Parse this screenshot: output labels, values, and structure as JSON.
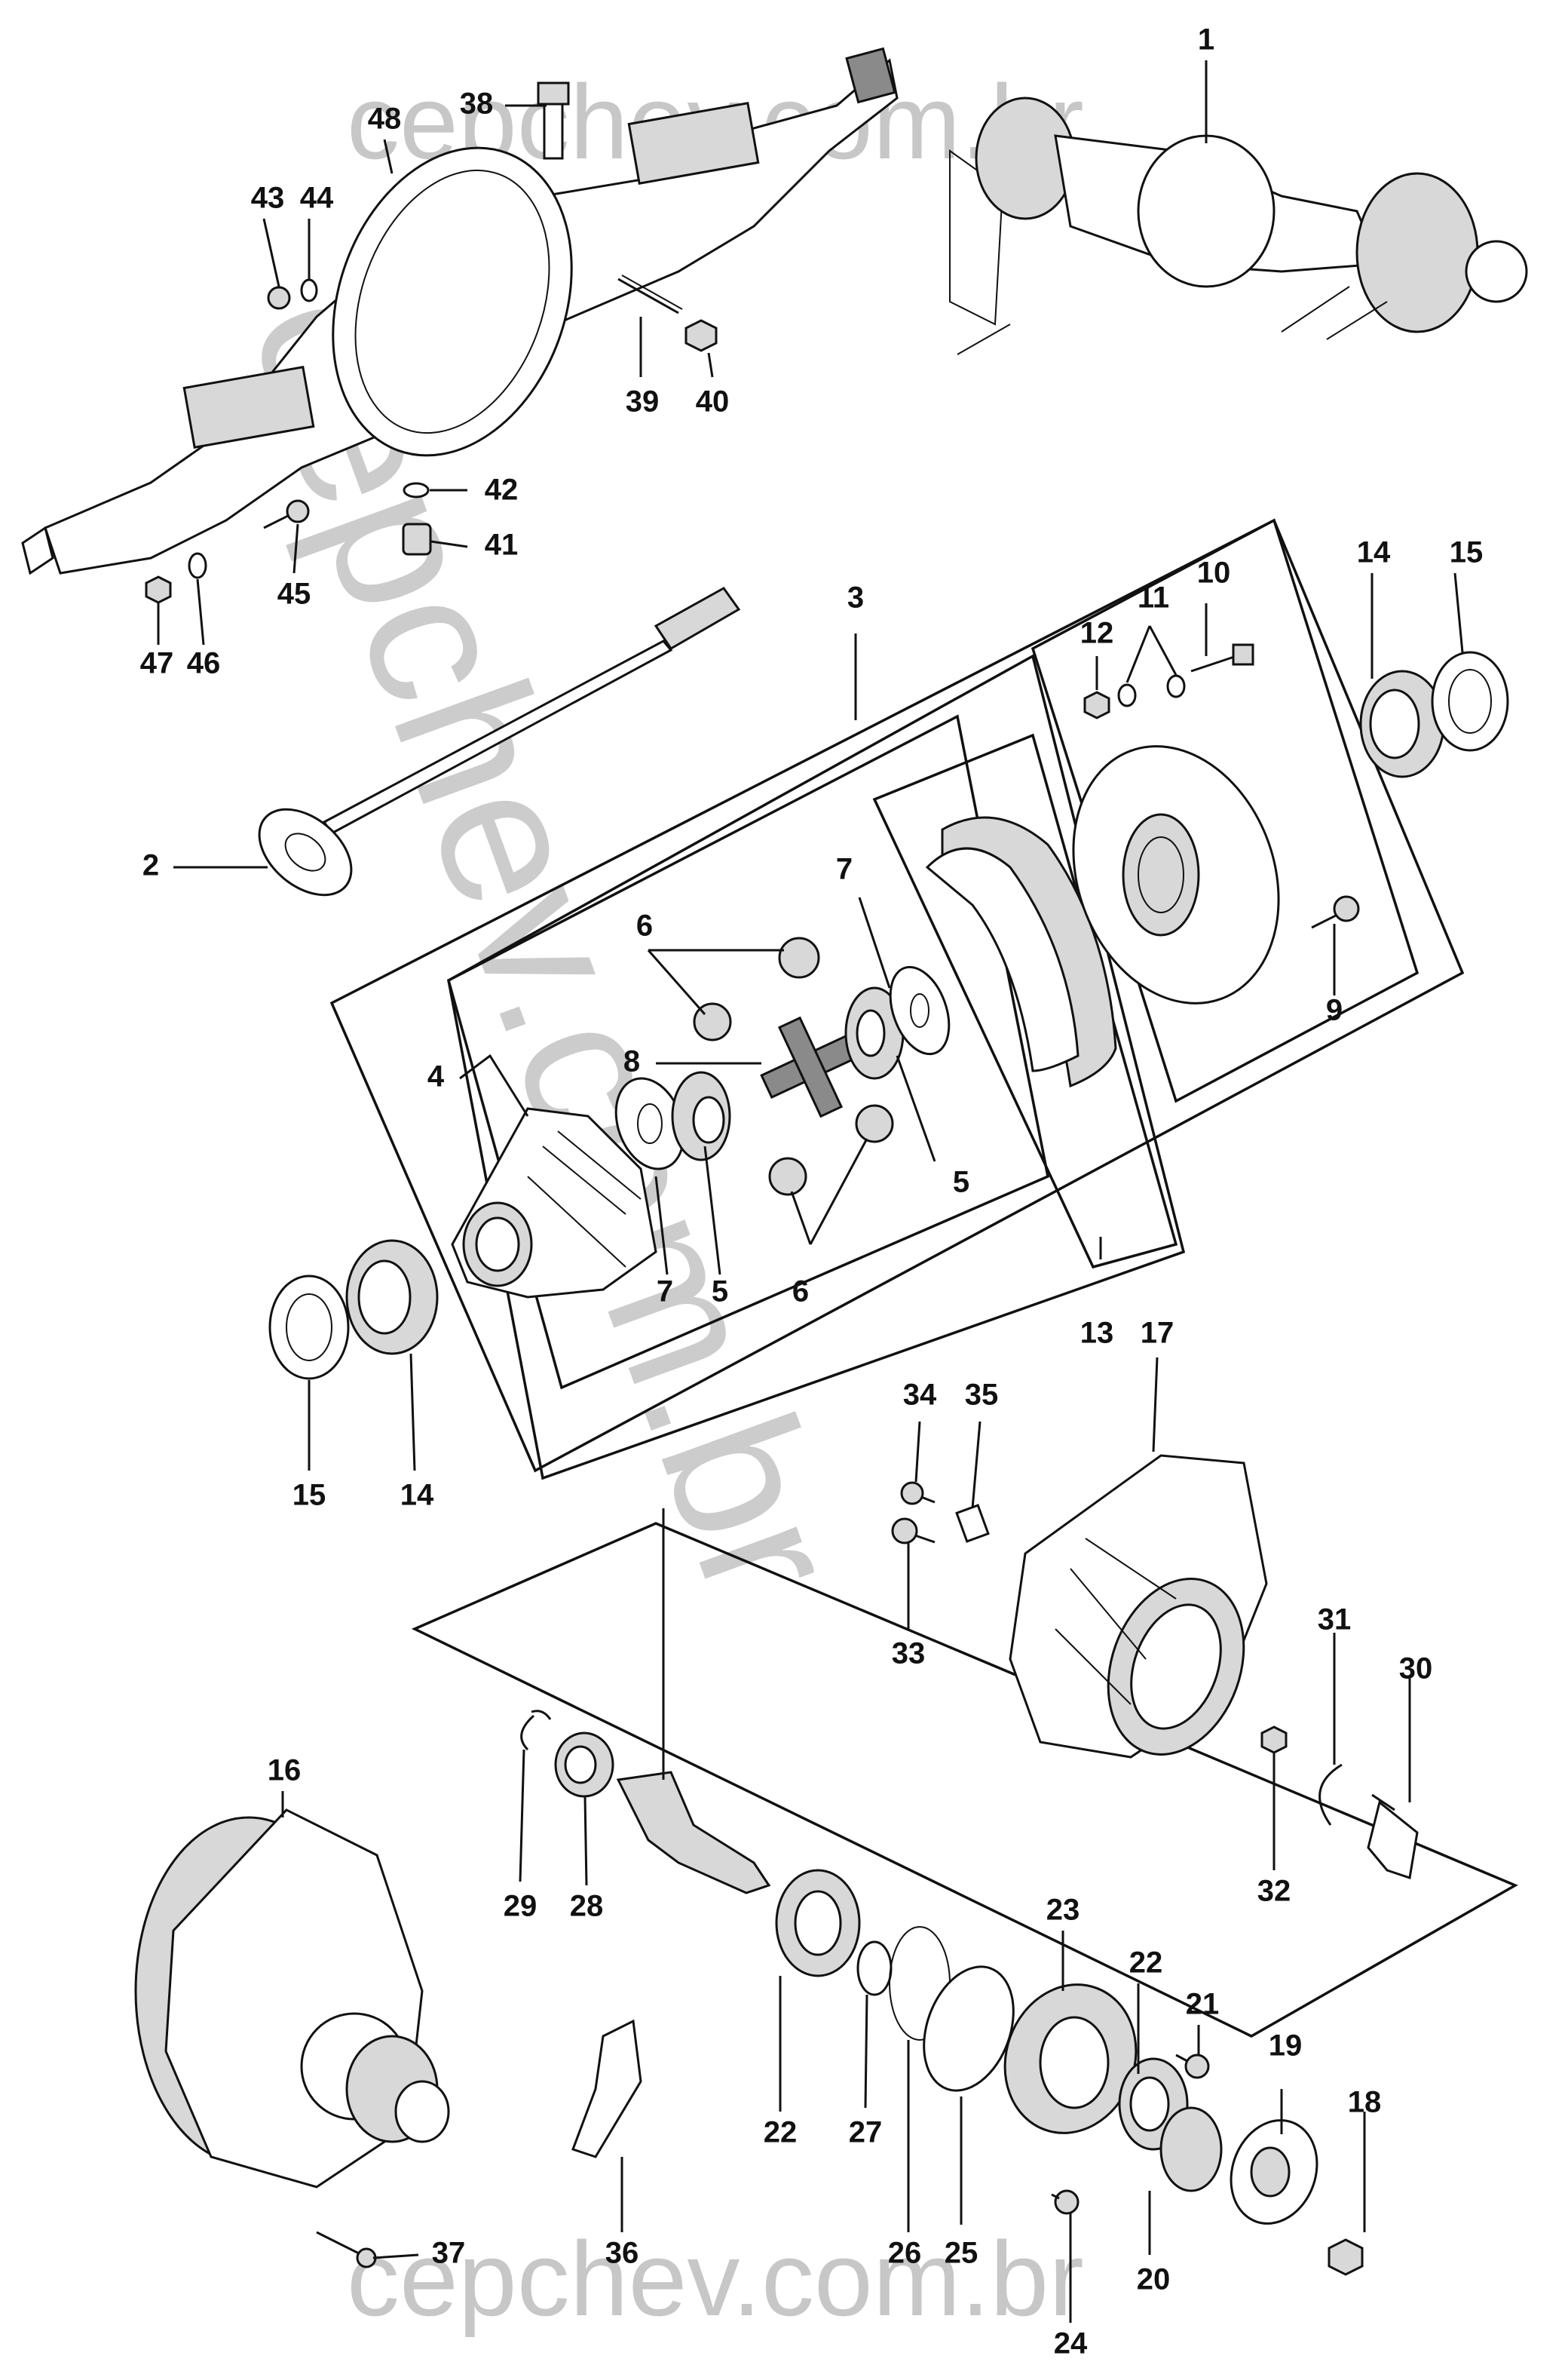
{
  "watermark": {
    "top": "cepchev.com.br",
    "bottom": "cepchev.com.br",
    "diagonal": "cepchev.com.br"
  },
  "callouts": {
    "c1": "1",
    "c2": "2",
    "c3": "3",
    "c4": "4",
    "c5a": "5",
    "c5b": "5",
    "c6a": "6",
    "c6b": "6",
    "c7a": "7",
    "c7b": "7",
    "c8": "8",
    "c9": "9",
    "c10": "10",
    "c11": "11",
    "c12": "12",
    "c13": "13",
    "c14a": "14",
    "c14b": "14",
    "c15a": "15",
    "c15b": "15",
    "c16": "16",
    "c17": "17",
    "c18": "18",
    "c19": "19",
    "c20": "20",
    "c21": "21",
    "c22a": "22",
    "c22b": "22",
    "c23": "23",
    "c24": "24",
    "c25": "25",
    "c26": "26",
    "c27": "27",
    "c28": "28",
    "c29": "29",
    "c30": "30",
    "c31": "31",
    "c32": "32",
    "c33": "33",
    "c34": "34",
    "c35": "35",
    "c36": "36",
    "c37": "37",
    "c38": "38",
    "c39": "39",
    "c40": "40",
    "c41": "41",
    "c42": "42",
    "c43": "43",
    "c44": "44",
    "c45": "45",
    "c46": "46",
    "c47": "47",
    "c48": "48"
  }
}
